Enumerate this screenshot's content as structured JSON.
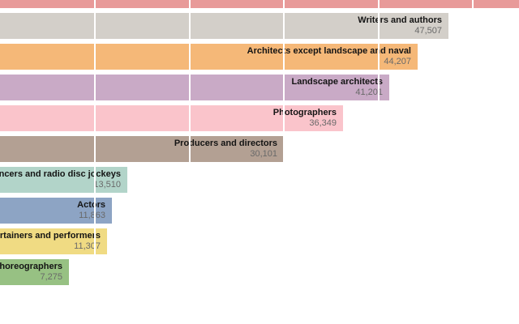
{
  "chart_data": {
    "type": "bar",
    "orientation": "horizontal",
    "title": "",
    "xlabel": "",
    "ylabel": "",
    "legend": null,
    "grid": "vertical-white-lines-over-bars",
    "x_visible_range": [
      0,
      55000
    ],
    "x_gridline_interval": 10000,
    "note": "chart is cropped: top bar runs past right edge with no visible label; left edge clips the start of the three shortest bars' labels",
    "bars": [
      {
        "label": "",
        "value": null,
        "value_text": "",
        "color": "#e89a99",
        "clipped_top": true,
        "clipped_right": true
      },
      {
        "label": "Writers and authors",
        "value": 47507,
        "value_text": "47,507",
        "color": "#d3cfc9"
      },
      {
        "label": "Architects except landscape and naval",
        "value": 44207,
        "value_text": "44,207",
        "color": "#f5b878"
      },
      {
        "label": "Landscape architects",
        "value": 41201,
        "value_text": "41,201",
        "color": "#c9aac6"
      },
      {
        "label": "Photographers",
        "value": 36349,
        "value_text": "36,349",
        "color": "#fac4cb"
      },
      {
        "label": "Producers and directors",
        "value": 30101,
        "value_text": "30,101",
        "color": "#b3a093"
      },
      {
        "label": "nouncers and radio disc jockeys",
        "value": 13510,
        "value_text": "13,510",
        "color": "#b2d4c9",
        "label_clipped_left": true
      },
      {
        "label": "Actors",
        "value": 11863,
        "value_text": "11,863",
        "color": "#8da4c4"
      },
      {
        "label": "ntertainers and performers",
        "value": 11307,
        "value_text": "11,307",
        "color": "#f0db83",
        "label_clipped_left": true
      },
      {
        "label": "choreographers",
        "value": 7275,
        "value_text": "7,275",
        "color": "#97c183",
        "label_clipped_left": true
      }
    ]
  },
  "style": {
    "background": "#ffffff",
    "gridline_color": "#ffffff",
    "label_color": "#141414",
    "value_color": "#696969"
  }
}
